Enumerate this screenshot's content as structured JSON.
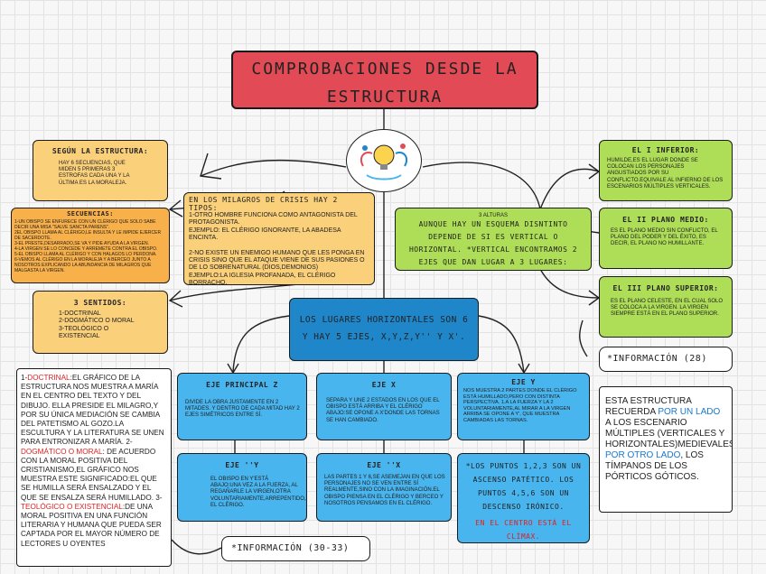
{
  "title": {
    "line1": "COMPROBACIONES DESDE LA",
    "line2": "ESTRUCTURA"
  },
  "segun": {
    "heading": "SEGÚN LA ESTRUCTURA:",
    "text": "HAY 6 SECUENCIAS, QUE MIDEN 5 PRIMERAS 3 ESTROFAS CADA UNA Y LA ÚLTIMA ES LA MORALEJA."
  },
  "secuencias": {
    "heading": "SECUENCIAS:",
    "lines": [
      "1-UN OBISPO SE ENFURECE CON UN CLÉRIGO QUE SOLO SABE DECIR UNA MISA \"SALVE SANCTA PARENS\".",
      "2EL OBISPO LLAMA AL CLÉRIGO,LE INSULTA Y LE IMPIDE EJERCER DE SACERDOTE.",
      "3-EL PRESTE,DESARRADO,SE VA Y PIDE AYUDA A LA VIRGEN.",
      "4-LA VIRGEN SE LO CONCEDE Y ARREMETE CONTRA EL OBISPO.",
      "5-EL OBISPO LLAMA AL CLÉRIGO Y CON HALAGOS LO PERDONA.",
      "6-VEMOS AL CLÉRIGO EN LA MORALEJA Y A BERCEO JUNTO A NOSOTROS EXPLICANDO LA ABUNDANCIA DE MILAGROS QUE MALGASTA LA VIRGEN."
    ]
  },
  "sentidos": {
    "heading": "3 SENTIDOS:",
    "items": [
      "1-DOCTRINAL",
      "2-DOGMÁTICO O MORAL",
      "3-TEOLÓGICO O EXISTENCIAL"
    ]
  },
  "milagros": {
    "heading": "EN LOS MILAGROS DE CRISIS HAY 2 TIPOS:",
    "p1": "1-OTRO HOMBRE FUNCIONA COMO ANTAGONISTA DEL PROTAGONISTA.",
    "p2": "EJEMPLO: EL CLÉRIGO IGNORANTE, LA ABADESA ENCINTA.",
    "p3": "2-NO EXISTE UN ENEMIGO HUMANO QUE LES PONGA EN CRISIS SINO QUE EL ATAQUE VIENE DE SUS PASIONES O DE LO SOBRENATURAL (DIOS,DEMONIOS)",
    "p4": "EJEMPLO:LA IGLESIA PROFANADA, EL CLÉRIGO BORRACHO."
  },
  "alturas": {
    "small": "3 ALTURAS",
    "text": "AUNQUE HAY UN ESQUEMA DISNTINTO DEPENDE DE SI ES VERTICAL O HORIZONTAL. *VERTICAL ENCONTRAMOS 2 EJES QUE DAN LUGAR A 3 LUGARES:"
  },
  "plano1": {
    "heading": "EL I INFERIOR:",
    "text": "HUMILDE,ES EL LUGAR DONDE SE COLOCAN LOS PERSONAJES ANGUSTIADOS POR SU CONFLICTO.EQUIVALE AL INFIERNO DE LOS ESCENARIOS MÚLTIPLES VERTICALES."
  },
  "plano2": {
    "heading": "EL II PLANO MEDIO:",
    "text": "ES EL PLANO MEDIO SIN CONFLICTO, EL PLANO DEL PODER Y DEL ÉXITO, ES DECIR, EL PLANO NO HUMILLANTE."
  },
  "plano3": {
    "heading": "EL III PLANO SUPERIOR:",
    "text": "ES EL PLANO CELESTE, EN EL CUAL SOLO SE COLOCA A LA VIRGEN. LA VIRGEN SIEMPRE ESTÁ EN EL PLANO SUPERIOR."
  },
  "horizontales": {
    "text": "LOS LUGARES HORIZONTALES SON 6 Y HAY 5 EJES, X,Y,Z,Y'' Y X'."
  },
  "info28": "*INFORMACIÓN (28)",
  "info3033": "*INFORMACIÓN (30-33)",
  "ejez": {
    "heading": "EJE PRINCIPAL Z",
    "text": "DIVIDE LA OBRA JUSTAMENTE EN 2 MITADES. Y DENTRO DE CADA MITAD HAY 2 EJES SIMÉTRICOS ENTRE SÍ."
  },
  "ejex": {
    "heading": "EJE X",
    "text": "SEPARA Y UNE 2 ESTADOS EN LOS QUE EL OBISPO ESTÁ ARRIBA Y EL CLÉRIGO ABAJO:SE OPONE A X'DONDE LAS TORNAS SE HAN CAMBIADO."
  },
  "ejey": {
    "heading": "EJE Y",
    "text": "NOS MUESTRA 2 PARTES DONDE EL CLÉRIGO ESTÁ HUMILLADO,PERO CON DISTINTA PERSPECTIVA. 1.A LA FUERZA Y LA 2 VOLUNTARIAMENTE,AL MIRAR A LA VIRGEN ARRIBA SE OPONE A Y', QUE MUESTRA CAMBIADAS LAS TORNAS."
  },
  "ejeyy": {
    "heading": "EJE ''Y",
    "text": "EL OBISPO EN Y'ESTÁ ABAJO:UNA VEZ A LA FUERZA, AL REGAÑARLE LA VIRGEN,OTRA VOLUNTARIAMENTE,ARREPENTIDO,ANTE EL CLÉRIGO."
  },
  "ejexx": {
    "heading": "EJE ''X",
    "text": "LAS PARTES 1 Y 6,SE ASEMEJAN EN QUE LOS PERSONAJES NO SE VEN ENTRE SÍ REALMENTE,SINO CON LA IMAGINACIÓN.EL OBISPO PIENSA EN EL CLÉRIGO Y BERCEO Y NOSOTROS PENSAMOS EN EL CLÉRIGO."
  },
  "puntos": {
    "p1": "*LOS PUNTOS 1,2,3 SON UN ASCENSO PATÉTICO. LOS PUNTOS 4,5,6 SON UN DESCENSO IRÓNICO.",
    "p2": "EN EL CENTRO ESTÁ EL CLÍMAX."
  },
  "doctrinal": {
    "n1": "1-",
    "r1": "DOCTRINAL",
    "t1": ":EL GRÁFICO DE LA ESTRUCTURA NOS MUESTRA A MARÍA EN EL CENTRO DEL TEXTO Y DEL DIBUJO. ELLA PRESIDE EL MILAGRO,Y POR SU ÚNICA MEDIACIÓN SE CAMBIA DEL PATETISMO AL GOZO.LA ESCULTURA Y LA LITERATURA SE UNEN PARA ENTRONIZAR A MARÍA.",
    "n2": "2-",
    "r2": "DOGMÁTICO O MORAL",
    "t2": ": DE ACUERDO CON LA MORAL POSITIVA DEL CRISTIANISMO,EL GRÁFICO NOS MUESTRA ESTE SIGNIFICADO:EL QUE SE HUMILLA SERÁ ENSALZADO Y EL QUE SE ENSALZA SERÁ HUMILLADO.",
    "n3": "3-",
    "r3": "TEOLÓGICO O EXISTENCIAL",
    "t3": ":DE UNA MORAL POSITIVA EN UNA FUNCIÓN LITERARIA Y HUMANA QUE PUEDA SER CAPTADA POR EL MAYOR NÚMERO DE LECTORES U OYENTES"
  },
  "recuerda": {
    "a": "ESTA ESTRUCTURA RECUERDA ",
    "b": "POR UN LADO",
    "c": " A LOS ESCENARIO MÚLTIPLES (VERTICALES Y HORIZONTALES)MEDIEVALES.",
    "d": "POR OTRO LADO",
    "e": ", LOS TÍMPANOS DE LOS PÓRTICOS GÓTICOS."
  },
  "colors": {
    "title": "#e24b55",
    "yellow": "#fbd07b",
    "orange": "#f8b04a",
    "green": "#aedd57",
    "blue": "#1e86c9",
    "lightblue": "#48b5ef",
    "red": "#e02020",
    "link": "#1677d4"
  }
}
